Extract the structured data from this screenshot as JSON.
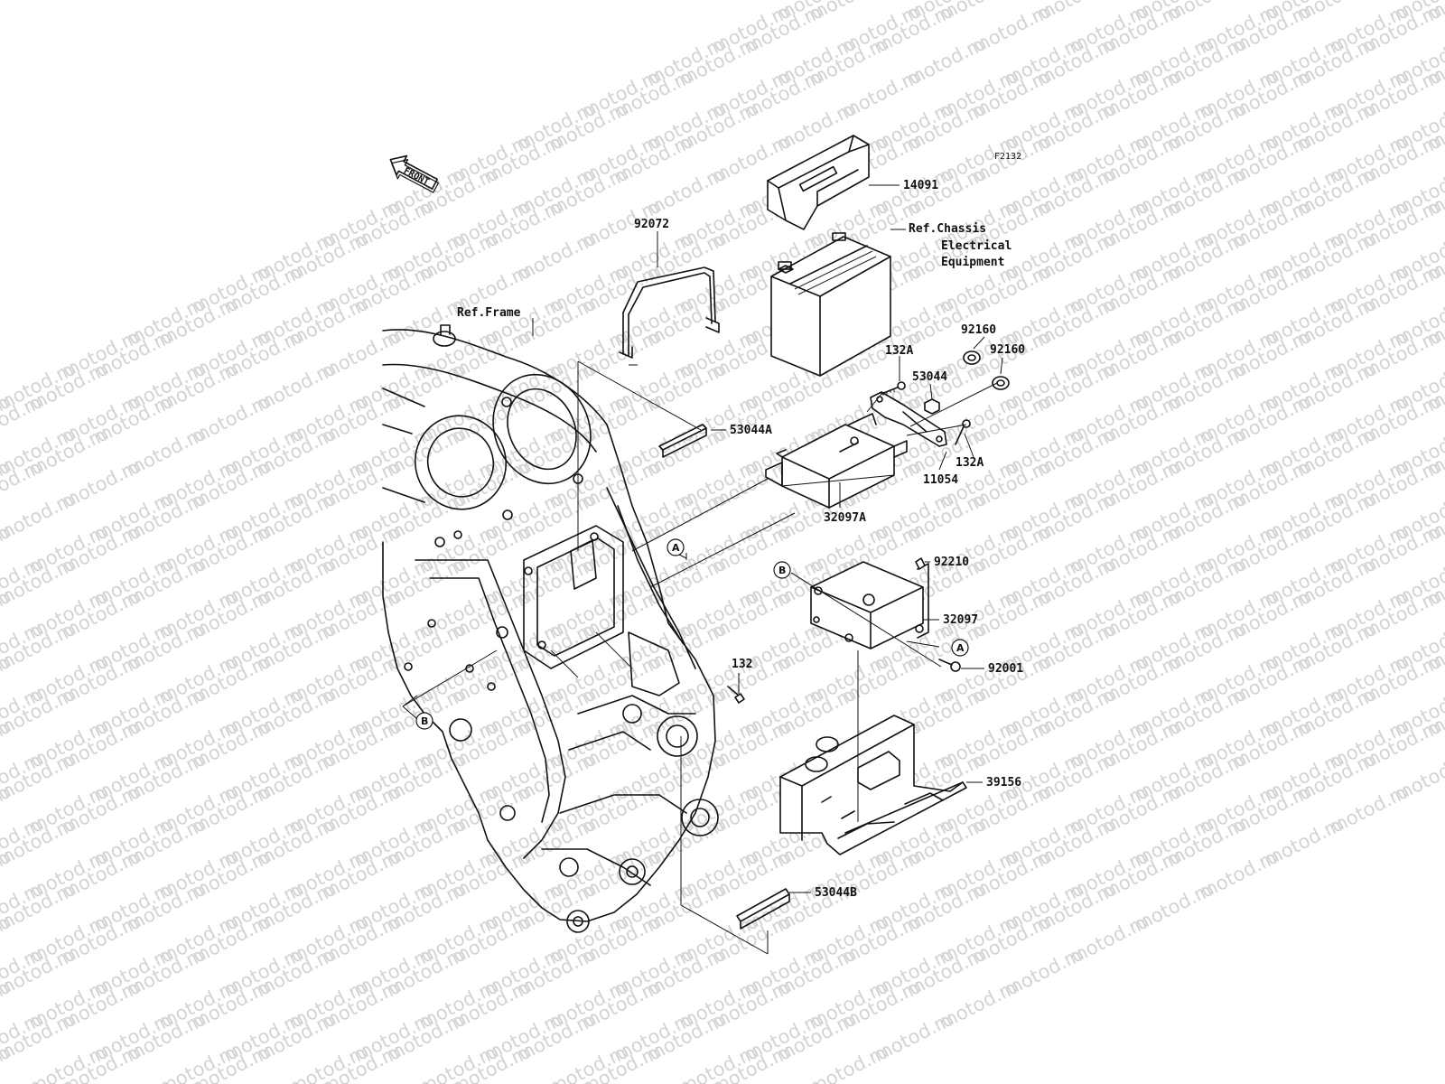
{
  "diagram_code": "F2132",
  "front_arrow": {
    "label": "FRONT",
    "icon": "front-arrow-icon"
  },
  "watermark": {
    "text": "motod.ru",
    "color": "#d3d3d3"
  },
  "labels": {
    "ref_frame": "Ref.Frame",
    "ref_chassis_1": "Ref.Chassis",
    "ref_chassis_2": "Electrical",
    "ref_chassis_3": "Equipment"
  },
  "parts": {
    "p14091": "14091",
    "p92072": "92072",
    "p92160_a": "92160",
    "p92160_b": "92160",
    "p132a_a": "132A",
    "p53044": "53044",
    "p53044a": "53044A",
    "p132a_b": "132A",
    "p11054": "11054",
    "p32097a": "32097A",
    "p92210": "92210",
    "p32097": "32097",
    "p92001": "92001",
    "p132": "132",
    "p39156": "39156",
    "p53044b": "53044B"
  },
  "callouts": {
    "a": "A",
    "b": "B"
  }
}
